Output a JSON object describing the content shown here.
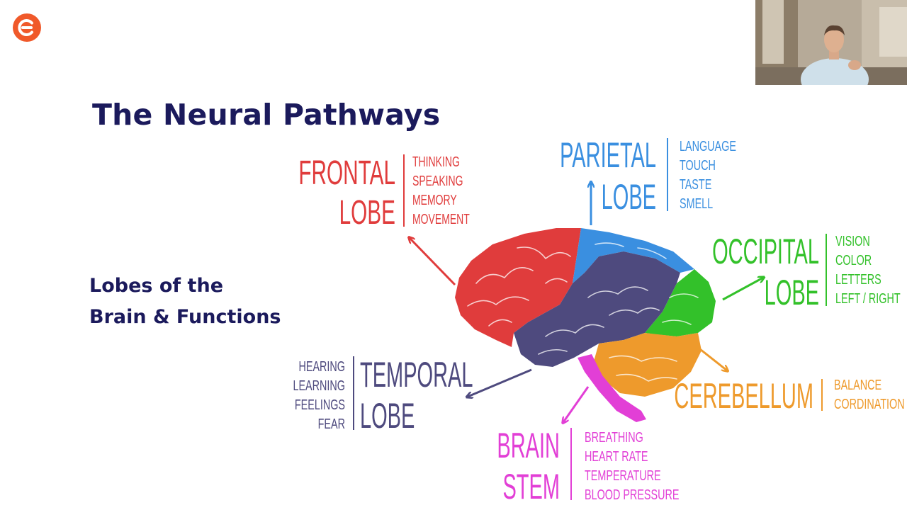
{
  "slide": {
    "title": "The Neural Pathways",
    "subtitle_line1": "Lobes of the",
    "subtitle_line2": "Brain & Functions"
  },
  "colors": {
    "title": "#1b1a5c",
    "brand": "#f0592a",
    "frontal": "#e03c3c",
    "parietal": "#3a8fe0",
    "occipital": "#33c12a",
    "temporal": "#4e4a7e",
    "cerebellum": "#ee9a2c",
    "brainstem": "#e23fd6"
  },
  "logo": {
    "icon": "brand-c-icon"
  },
  "video": {
    "description": "presenter-webcam"
  },
  "diagram": {
    "frontal": {
      "name1": "FRONTAL",
      "name2": "LOBE",
      "functions": [
        "THINKING",
        "SPEAKING",
        "MEMORY",
        "MOVEMENT"
      ]
    },
    "parietal": {
      "name1": "PARIETAL",
      "name2": "LOBE",
      "functions": [
        "LANGUAGE",
        "TOUCH",
        "TASTE",
        "SMELL"
      ]
    },
    "occipital": {
      "name1": "OCCIPITAL",
      "name2": "LOBE",
      "functions": [
        "VISION",
        "COLOR",
        "LETTERS",
        "LEFT / RIGHT"
      ]
    },
    "temporal": {
      "name1": "TEMPORAL",
      "name2": "LOBE",
      "functions": [
        "HEARING",
        "LEARNING",
        "FEELINGS",
        "FEAR"
      ]
    },
    "cerebellum": {
      "name1": "CEREBELLUM",
      "functions": [
        "BALANCE",
        "CORDINATION"
      ]
    },
    "brainstem": {
      "name1": "BRAIN",
      "name2": "STEM",
      "functions": [
        "BREATHING",
        "HEART RATE",
        "TEMPERATURE",
        "BLOOD PRESSURE"
      ]
    }
  }
}
